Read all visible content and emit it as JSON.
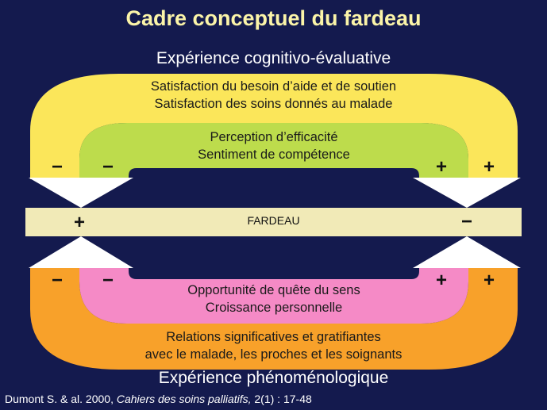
{
  "title": "Cadre conceptuel du fardeau",
  "top_label": "Expérience cognitivo-évaluative",
  "bottom_label": "Expérience phénoménologique",
  "outer_top": {
    "line1": "Satisfaction du besoin d’aide et de soutien",
    "line2": "Satisfaction des soins donnés au malade"
  },
  "inner_top": {
    "line1": "Perception d’efficacité",
    "line2": "Sentiment de compétence"
  },
  "center": {
    "label": "FARDEAU",
    "left_sign": "+",
    "right_sign": "−"
  },
  "inner_bottom": {
    "line1": "Opportunité de quête du sens",
    "line2": "Croissance personnelle"
  },
  "outer_bottom": {
    "line1": "Relations significatives et gratifiantes",
    "line2": "avec le malade, les proches et les soignants"
  },
  "signs": {
    "top_outer_left": "−",
    "top_inner_left": "−",
    "top_inner_right": "+",
    "top_outer_right": "+",
    "bottom_outer_left": "−",
    "bottom_inner_left": "−",
    "bottom_inner_right": "+",
    "bottom_outer_right": "+"
  },
  "citation": {
    "prefix": "Dumont S. & al. 2000, ",
    "journal": "Cahiers des soins palliatifs,",
    "suffix": " 2(1) : 17-48"
  },
  "colors": {
    "background": "#141a4e",
    "outer_top": "#fbe65a",
    "inner_top": "#bddc4c",
    "center_bar": "#f1eab7",
    "inner_bottom": "#f58ac6",
    "outer_bottom": "#f8a12a",
    "arrow": "#ffffff"
  }
}
